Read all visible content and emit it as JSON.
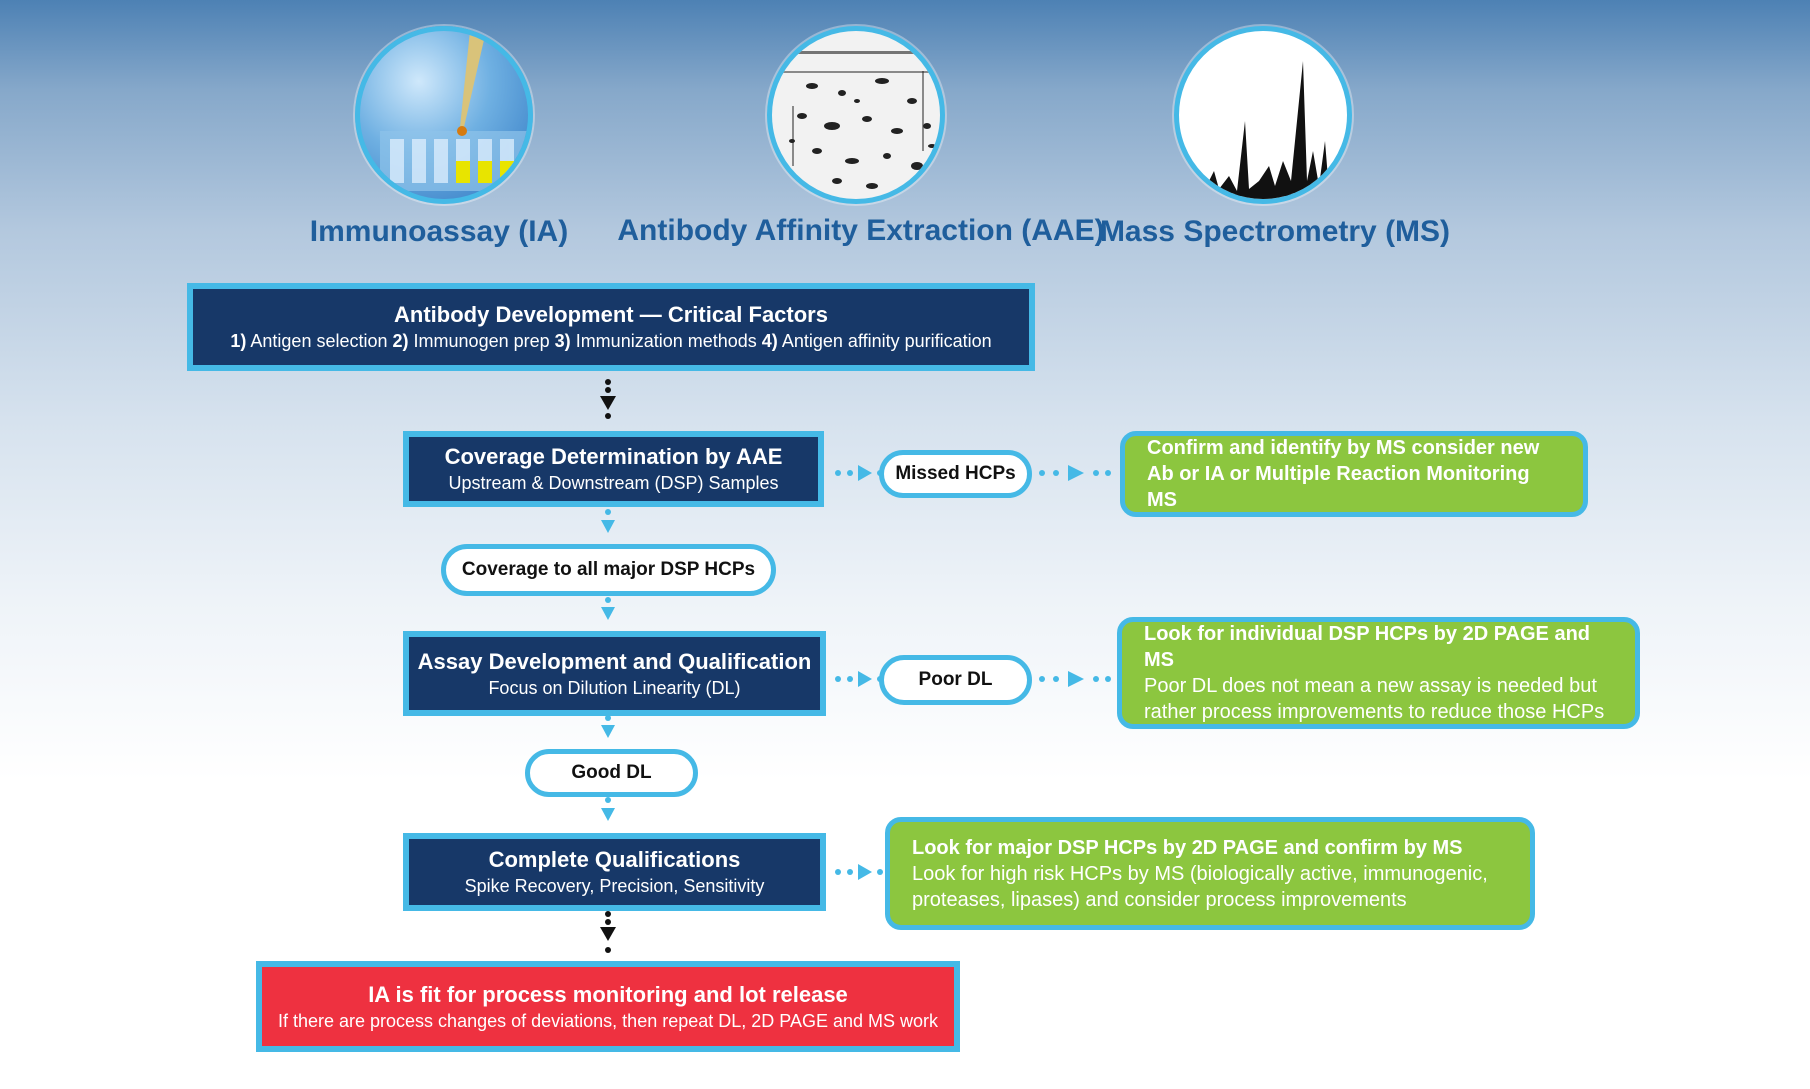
{
  "methods": [
    {
      "title": "Immunoassay (IA)",
      "image": "pipette-plate-icon"
    },
    {
      "title": "Antibody Affinity Extraction (AAE)",
      "image": "2d-gel-icon"
    },
    {
      "title": "Mass Spectrometry (MS)",
      "image": "mass-spectrum-icon"
    }
  ],
  "antibody_dev": {
    "title": "Antibody Development — Critical Factors",
    "factors": [
      {
        "num": "1)",
        "text": "Antigen selection"
      },
      {
        "num": "2)",
        "text": "Immunogen prep"
      },
      {
        "num": "3)",
        "text": "Immunization methods"
      },
      {
        "num": "4)",
        "text": "Antigen affinity purification"
      }
    ]
  },
  "coverage": {
    "title": "Coverage Determination by AAE",
    "subtitle": "Upstream & Downstream (DSP) Samples"
  },
  "missed": {
    "label": "Missed HCPs",
    "line1": "Confirm and identify by MS consider new",
    "line2": "Ab or IA or Multiple Reaction Monitoring MS"
  },
  "coverage_ok": "Coverage to all major DSP HCPs",
  "assay": {
    "title": "Assay Development and Qualification",
    "subtitle": "Focus on Dilution Linearity (DL)"
  },
  "poor": {
    "label": "Poor DL",
    "title": "Look for individual DSP HCPs by 2D PAGE and MS",
    "line1": "Poor DL does not mean a new assay is needed but",
    "line2": "rather process improvements to reduce those HCPs"
  },
  "good": "Good DL",
  "complete": {
    "title": "Complete Qualifications",
    "subtitle": "Spike Recovery, Precision, Sensitivity"
  },
  "major": {
    "title": "Look for major DSP HCPs by 2D PAGE and confirm by MS",
    "line1": "Look for high risk HCPs by MS (biologically active, immunogenic,",
    "line2": "proteases, lipases) and consider process improvements"
  },
  "final": {
    "title": "IA is fit for process monitoring and lot release",
    "subtitle": "If there are process changes of deviations, then repeat DL, 2D PAGE and MS work"
  },
  "colors": {
    "navy": "#173868",
    "accent": "#45b9e6",
    "green": "#8cc63f",
    "red": "#ee3140",
    "title_blue": "#1f5e9c"
  }
}
